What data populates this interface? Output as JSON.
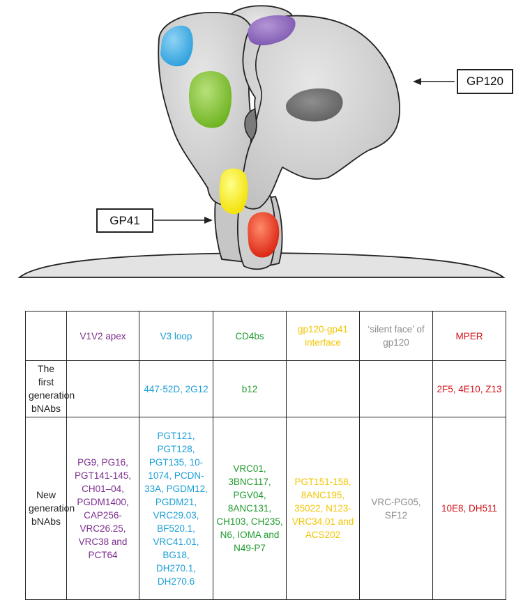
{
  "labels": {
    "gp120": "GP120",
    "gp41": "GP41"
  },
  "colors": {
    "v1v2": "#8c62b8",
    "v3": "#38a8e0",
    "cd4bs": "#7cbc2c",
    "interface": "#f5e600",
    "silent": "#6f6f6f",
    "mper": "#e0301e",
    "protein": "#d4d4d4",
    "membrane": "#e3e3e3"
  },
  "table": {
    "headers": [
      "V1V2 apex",
      "V3 loop",
      "CD4bs",
      "gp120-gp41 interface",
      "‘silent face’ of gp120",
      "MPER"
    ],
    "rows": [
      {
        "label": "The first generation bNAbs",
        "cells": [
          "",
          "447-52D, 2G12",
          "b12",
          "",
          "",
          "2F5, 4E10, Z13"
        ]
      },
      {
        "label": "New generation bNAbs",
        "cells": [
          "PG9, PG16, PGT141-145, CH01–04, PGDM1400, CAP256-VRC26.25, VRC38 and PCT64",
          "PGT121, PGT128, PGT135, 10-1074, PCDN-33A, PGDM12, PGDM21, VRC29.03, BF520.1, VRC41.01, BG18, DH270.1, DH270.6",
          "VRC01, 3BNC117, PGV04, 8ANC131, CH103, CH235, N6, IOMA and N49-P7",
          "PGT151-158, 8ANC195, 35022, N123-VRC34.01 and ACS202",
          "VRC-PG05, SF12",
          "10E8, DH511"
        ]
      }
    ]
  }
}
